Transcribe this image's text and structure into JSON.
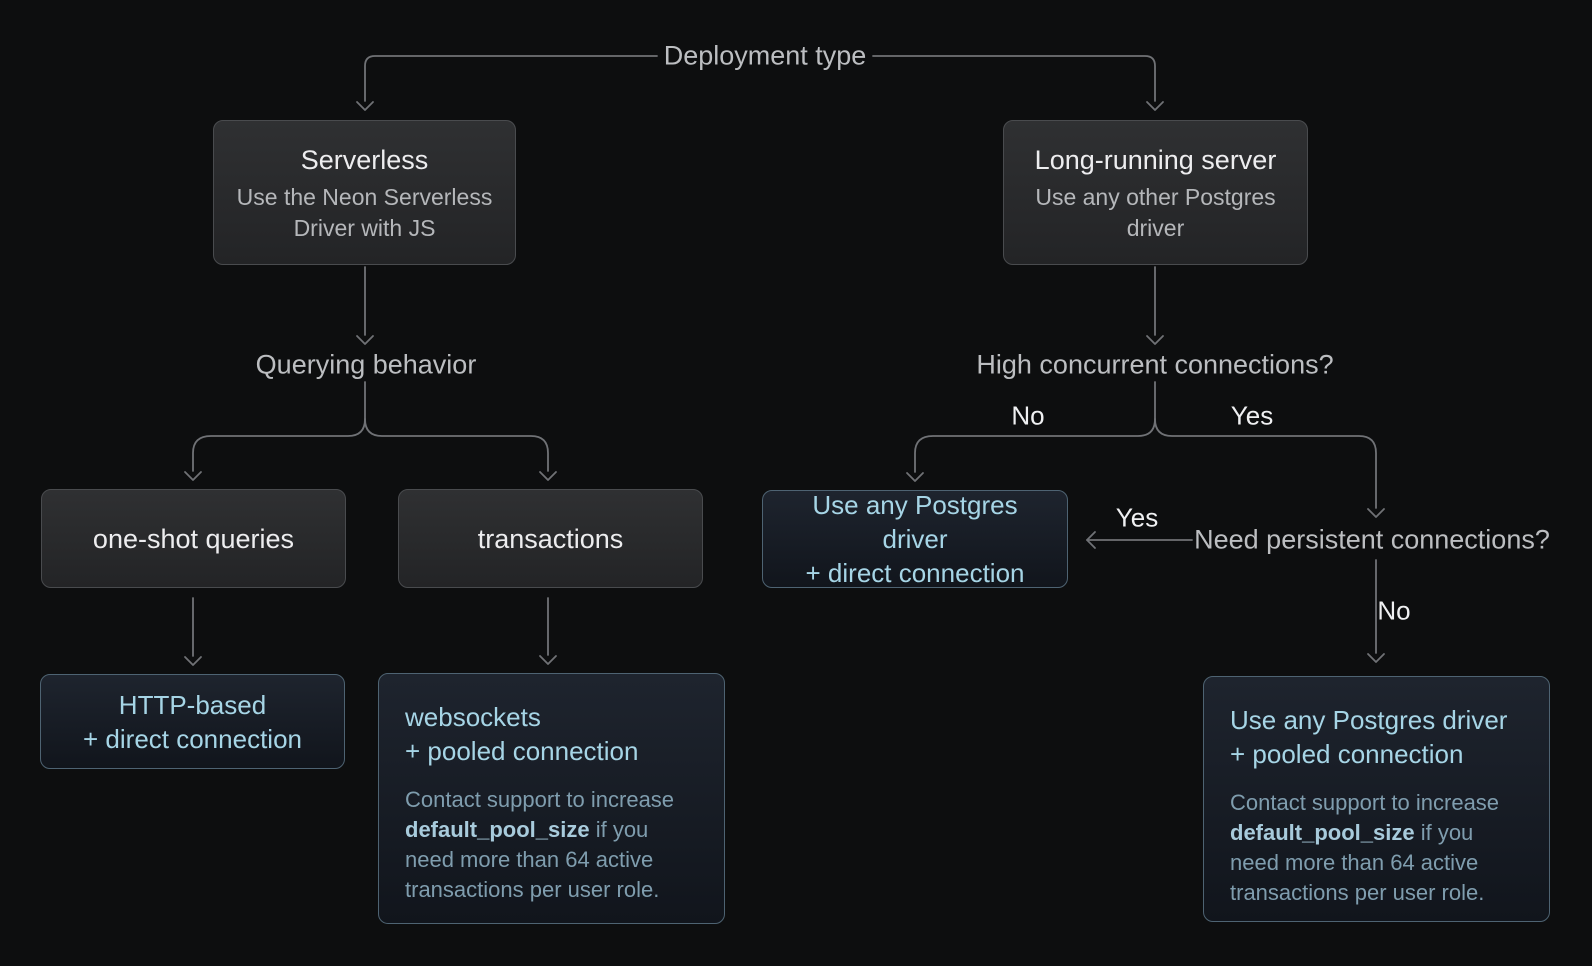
{
  "colors": {
    "background": "#0d0e0f",
    "line": "#707276",
    "label_text": "#bcbec1",
    "branch_label_text": "#eff0f2",
    "node_title": "#ededef",
    "node_subtitle": "#b5b7ba",
    "node_bg_top": "#2f3032",
    "node_bg_bottom": "#232426",
    "node_border": "#494b4e",
    "result_bg_top": "#1e242e",
    "result_bg_bottom": "#11151c",
    "result_border": "#4e6372",
    "result_title": "#a6d5e6",
    "result_note": "#7f9dae",
    "result_note_bold": "#a8cbdc"
  },
  "diagram": {
    "root_label": "Deployment type",
    "serverless": {
      "title": "Serverless",
      "subtitle": "Use the Neon Serverless Driver with JS"
    },
    "long_running": {
      "title": "Long-running server",
      "subtitle": "Use any other Postgres driver"
    },
    "querying_label": "Querying behavior",
    "one_shot": {
      "title": "one-shot queries"
    },
    "transactions": {
      "title": "transactions"
    },
    "http_result": {
      "line1": "HTTP-based",
      "line2": "+ direct connection"
    },
    "websockets_result": {
      "line1": "websockets",
      "line2": "+ pooled connection",
      "note_pre": "Contact support to increase ",
      "note_bold": "default_pool_size",
      "note_post": " if you need more than 64 active transactions per user role."
    },
    "high_concurrent_label": "High concurrent connections?",
    "high_no": "No",
    "high_yes": "Yes",
    "direct_result": {
      "line1": "Use any Postgres driver",
      "line2": "+ direct connection"
    },
    "persistent_label": "Need persistent connections?",
    "persistent_yes": "Yes",
    "persistent_no": "No",
    "pooled_result": {
      "line1": "Use any Postgres driver",
      "line2": "+ pooled connection",
      "note_pre": "Contact support to increase ",
      "note_bold": "default_pool_size",
      "note_post": " if you need more than 64 active transactions per user role."
    }
  }
}
